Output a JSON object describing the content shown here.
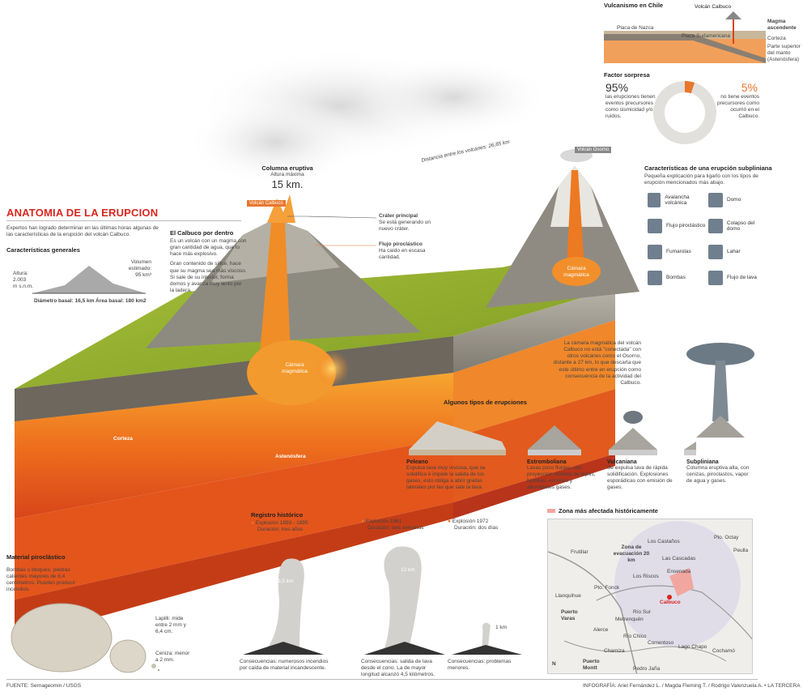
{
  "title": "ANATOMIA DE LA ERUPCION",
  "intro": "Expertos han logrado determinar en las últimas horas algunas de las características de la erupción del volcán Calbuco.",
  "general": {
    "header": "Características generales",
    "altura_label": "Altura:",
    "altura_value": "2.003",
    "altura_unit": "m s.n.m.",
    "volumen_label": "Volumen estimado:",
    "volumen_value": "95 km³",
    "diametro": "Diámetro basal: 16,5 km",
    "area": "Área basal: 180 km2"
  },
  "calbuco": {
    "header": "El Calbuco por dentro",
    "p1": "Es un volcán con un magma con gran cantidad de agua, que lo hace más explosivo.",
    "p2": "Gran contenido de sílice, hace que su magma sea más viscoso. Si sale de su interior, forma domos y avanza muy lento por la ladera."
  },
  "columna": {
    "label": "Columna eruptiva",
    "sub": "Altura máxima",
    "value": "15 km."
  },
  "volcan_tag": "Volcán Calbuco",
  "osorno_tag": "Volcán Osorno",
  "distancia": "Distancia entre los volcanes: 26,85 km",
  "crater": {
    "title": "Cráter principal",
    "text": "Se está generando un nuevo cráter."
  },
  "flujo": {
    "title": "Flujo piroclástico",
    "text": "Ha caído en escasa cantidad."
  },
  "camara1": "Cámara magmática",
  "camara2": "Cámara magmática",
  "corteza": "Corteza",
  "astenosfera": "Astenósfera",
  "camara_note": "La cámara magmática del volcán Calbuco no está \"conectada\" con otros volcanes como el Osorno, distante a 27 km, lo que descarta que este último entre en erupción como consecuencia de la actividad del Calbuco.",
  "chile": {
    "header": "Vulcanismo en Chile",
    "volcan": "Volcán Calbuco",
    "magma": "Magma ascendente",
    "nazca": "Placa de Nazca",
    "sudamericana": "Placa Sudamericana",
    "corteza": "Corteza",
    "manto": "Parte superior del manto (Astenósfera)"
  },
  "factor": {
    "header": "Factor sorpresa",
    "p95": "95%",
    "t95": "las erupciones tienen eventos precursores como sismicidad y/o ruidos.",
    "p5": "5%",
    "t5": "no tiene eventos precursores como ocurrió en el Calbuco.",
    "share_small": 5
  },
  "subpliniana": {
    "header": "Características de una erupción subpliniana",
    "sub": "Pequeña explicación para ligarlo con los tipos de erupción mencionados más abajo.",
    "items": [
      "Avalancha volcánica",
      "Domo",
      "Flujo piroclástico",
      "Colapso del domo",
      "Fumarolas",
      "Lahar",
      "Bombas",
      "Flujo de lava"
    ]
  },
  "tipos": {
    "header": "Algunos tipos de erupciones",
    "items": [
      {
        "name": "Peleano",
        "text": "Expulsa lava muy viscosa, que se solidifica e impide la salida de los gases, esto obliga a abrir grietas laterales por las que sale la lava."
      },
      {
        "name": "Estromboliana",
        "text": "Lavas poco fluidas, con proyección violenta de lapilis, bombas, escorias y abundantes gases."
      },
      {
        "name": "Vulcaniana",
        "text": "Se expulsa lava de rápida solidificación. Explosiones esporádicas con emisión de gases."
      },
      {
        "name": "Subpliniana",
        "text": "Columna eruptiva alta, con cenizas, piroclastos, vapor de agua y gases."
      }
    ]
  },
  "material": {
    "header": "Material piroclástico",
    "bombas": "Bombas o bloques: piedras calientes mayores de 6,4 centímetros. Pueden producir incendios.",
    "lapilli": "Lapilli: mide entre 2 mm y 6,4 cm.",
    "ceniza": "Ceniza: menor a 2 mm."
  },
  "registro": {
    "header": "Registro histórico",
    "items": [
      {
        "exp": "Explosión 1893 - 1895",
        "dur": "Duración: tres años",
        "height": "9,5 km",
        "cons": "Consecuencias: numerosos incendios por caída de material incandescente."
      },
      {
        "exp": "Explosión 1961",
        "dur": "Duración: seis semanas",
        "height": "12 km",
        "cons": "Consecuencias: salida de lava desde el cono. La de mayor longitud alcanzó 4,5 kilómetros."
      },
      {
        "exp": "Explosión 1972",
        "dur": "Duración: dos días",
        "height": "1 km",
        "cons": "Consecuencias: problemas menores."
      }
    ]
  },
  "mapa": {
    "header": "Zona más afectada históricamente",
    "zona": "Zona de evacuación 20 km",
    "places": [
      "Frutillar",
      "Los Castaños",
      "Pto. Octay",
      "Las Cascadas",
      "Puerto Varas",
      "Ensenada",
      "Los Riscos",
      "Peulla",
      "Río Sur",
      "Llanquihue",
      "Pto. Fonck",
      "Metrenquén",
      "Alerce",
      "Río Chico",
      "Correntoso",
      "Puerto Montt",
      "Chamiza",
      "Lago Chapo",
      "Cochamó",
      "Pedro Jaña"
    ],
    "calbuco": "Calbuco",
    "north": "N"
  },
  "fuente": "FUENTE: Sernageomin / USGS",
  "credit": "INFOGRAFÍA: Ariel Fernández L. / Magda Fleming T. / Rodrigo Valenzuela A. • LA TERCERA"
}
